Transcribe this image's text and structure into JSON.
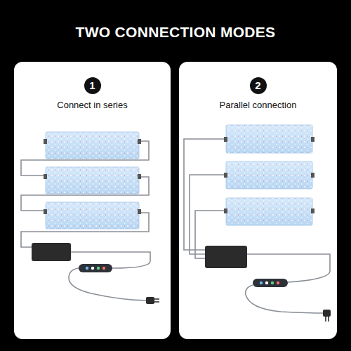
{
  "diagram": {
    "title": "TWO CONNECTION MODES",
    "nodes": [
      {
        "text": [
          "1",
          "Connect in series"
        ]
      },
      {
        "text": [
          "2",
          "Parallel connection"
        ]
      }
    ]
  }
}
